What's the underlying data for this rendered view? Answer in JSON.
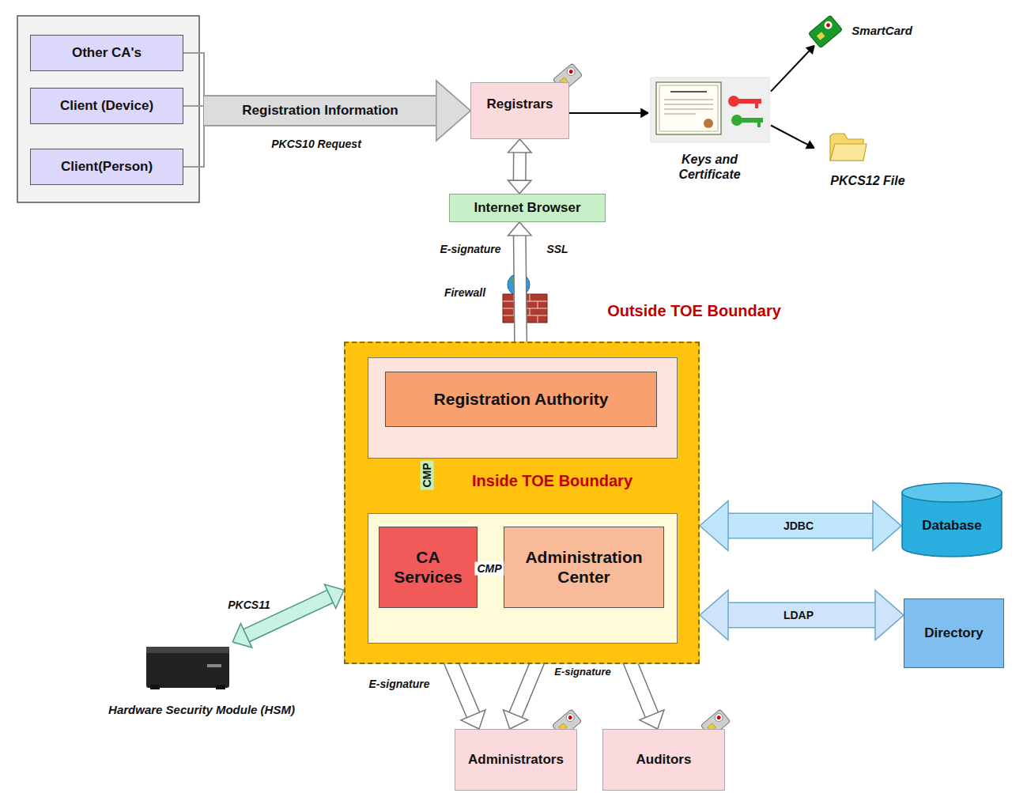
{
  "diagram": {
    "nodes": [
      {
        "text": [
          "Other CA's"
        ]
      },
      {
        "text": [
          "Client (Device)"
        ]
      },
      {
        "text": [
          "Client(Person)"
        ]
      },
      {
        "text": [
          "Registrars"
        ]
      },
      {
        "text": [
          "Keys and Certificate"
        ]
      },
      {
        "text": [
          "SmartCard"
        ]
      },
      {
        "text": [
          "PKCS12 File"
        ]
      },
      {
        "text": [
          "Internet Browser"
        ]
      },
      {
        "text": [
          "Inside TOE Boundary"
        ]
      },
      {
        "text": [
          "Registration Authority"
        ],
        "in": 8
      },
      {
        "text": [
          "CA Services"
        ],
        "in": 8
      },
      {
        "text": [
          "Administration Center"
        ],
        "in": 8
      },
      {
        "text": [
          "Database"
        ]
      },
      {
        "text": [
          "Directory"
        ]
      },
      {
        "text": [
          "Hardware Security Module (HSM)"
        ]
      },
      {
        "text": [
          "Administrators"
        ]
      },
      {
        "text": [
          "Auditors"
        ]
      }
    ],
    "edges": [
      {
        "from": 0,
        "to": 3,
        "arrow": "to"
      },
      {
        "from": 1,
        "to": 3,
        "label": "Registration Information",
        "arrow": "to"
      },
      {
        "from": 2,
        "to": 3,
        "arrow": "to"
      },
      {
        "from": 3,
        "to": 4,
        "arrow": "to"
      },
      {
        "from": 4,
        "to": 5,
        "arrow": "to"
      },
      {
        "from": 4,
        "to": 6,
        "arrow": "to"
      },
      {
        "from": 3,
        "to": 7,
        "arrow": "both"
      },
      {
        "from": 7,
        "to": 9,
        "label": "E-signature",
        "arrow": "both"
      },
      {
        "from": 9,
        "to": 10,
        "label": "CMP",
        "arrow": "both"
      },
      {
        "from": 10,
        "to": 11,
        "label": "CMP",
        "arrow": "both"
      },
      {
        "from": 14,
        "to": 8,
        "label": "PKCS11",
        "arrow": "both"
      },
      {
        "from": 8,
        "to": 12,
        "label": "JDBC",
        "arrow": "both"
      },
      {
        "from": 8,
        "to": 13,
        "label": "LDAP",
        "arrow": "both"
      },
      {
        "from": 10,
        "to": 15,
        "label": "E-signature",
        "arrow": "both"
      },
      {
        "from": 11,
        "to": 15,
        "arrow": "both"
      },
      {
        "from": 11,
        "to": 16,
        "label": "E-signature",
        "arrow": "both"
      }
    ],
    "labels": [
      "PKCS10 Request",
      "SSL",
      "Firewall",
      "Outside TOE Boundary"
    ]
  }
}
